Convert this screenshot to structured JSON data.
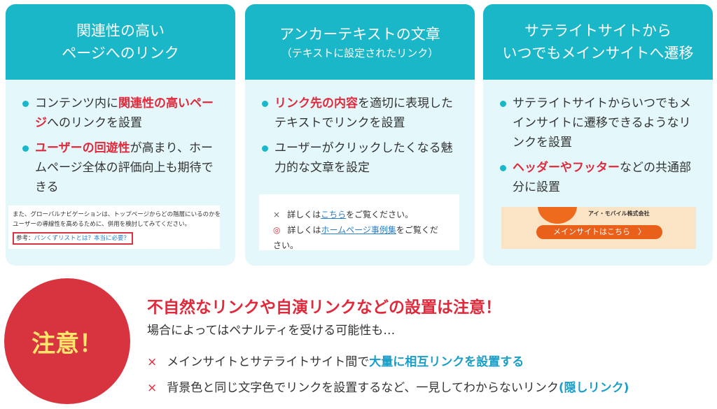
{
  "cards": [
    {
      "title1": "関連性の高い",
      "title2": "ページへのリンク",
      "b1": [
        "コンテンツ内に",
        "関連性の高いページ",
        "へのリンクを設置"
      ],
      "b2": [
        "ユーザーの回遊性",
        "が高まり、ホームページ全体の評価向上も期待できる"
      ],
      "ex_line1": "また、グローバルナビゲーションは、トップページからどの階層にいるのかを示し",
      "ex_line2": "ユーザーの導線性を高めるために、併用を検討してみてください。",
      "ex_ref_label": "参考：",
      "ex_ref_link": "パンくずリストとは？本当に必要？"
    },
    {
      "title1": "アンカーテキストの文章",
      "subtitle": "（テキストに設定されたリンク）",
      "b1": [
        "リンク先の内容",
        "を適切に表現したテキストでリンクを設置"
      ],
      "b2": [
        "ユーザーがクリックしたくなる魅力的な文章を設定"
      ],
      "ex_bad_mark": "×",
      "ex_bad_pre": "詳しくは",
      "ex_bad_link": "こちら",
      "ex_bad_post": "をご覧ください。",
      "ex_good_mark": "◎",
      "ex_good_pre": "詳しくは",
      "ex_good_link": "ホームページ事例集",
      "ex_good_post": "をご覧ください。"
    },
    {
      "title1": "サテライトサイトから",
      "title2": "いつでもメインサイトへ遷移",
      "b1": [
        "サテライトサイトからいつでもメインサイトに遷移できるようなリンクを設置"
      ],
      "b2": [
        "ヘッダーやフッター",
        "などの共通部分に設置"
      ],
      "ex_company": "アイ・モバイル株式会社",
      "ex_button": "メインサイトはこちら　〉"
    }
  ],
  "warning": {
    "badge": "注意！",
    "title": "不自然なリンクや自演リンクなどの設置は注意！",
    "sub": "場合によってはペナルティを受ける可能性も…",
    "items": [
      {
        "mark": "×",
        "pre": "メインサイトとサテライトサイト間で",
        "hl": "大量に相互リンクを設置する",
        "post": ""
      },
      {
        "mark": "×",
        "pre": "背景色と同じ文字色でリンクを設置するなど、一見してわからないリンク",
        "hl": "(隠しリンク)",
        "post": ""
      }
    ]
  }
}
